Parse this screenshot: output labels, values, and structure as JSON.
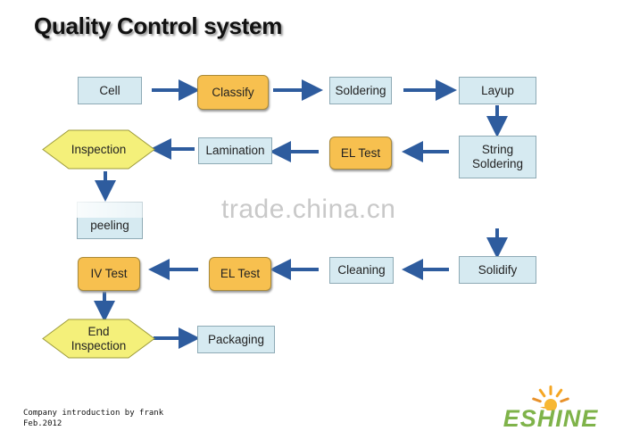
{
  "title": "Quality Control system",
  "steps": {
    "cell": "Cell",
    "classify": "Classify",
    "soldering": "Soldering",
    "layup": "Layup",
    "string_soldering_1": "String",
    "string_soldering_2": "Soldering",
    "el_test_1": "EL Test",
    "lamination": "Lamination",
    "inspection": "Inspection",
    "peeling": "peeling",
    "solidify": "Solidify",
    "cleaning": "Cleaning",
    "el_test_2": "EL Test",
    "iv_test": "IV Test",
    "end_inspection_1": "End",
    "end_inspection_2": "Inspection",
    "packaging": "Packaging"
  },
  "watermark": "trade.china.cn",
  "footer": {
    "line1": "Company introduction by frank",
    "line2": "Feb.2012"
  },
  "logo": {
    "text": "ESHINE"
  },
  "colors": {
    "process_box": "#d6eaf1",
    "test_box": "#f7c04f",
    "decision": "#f4f07a",
    "arrow": "#2e5c9e"
  }
}
